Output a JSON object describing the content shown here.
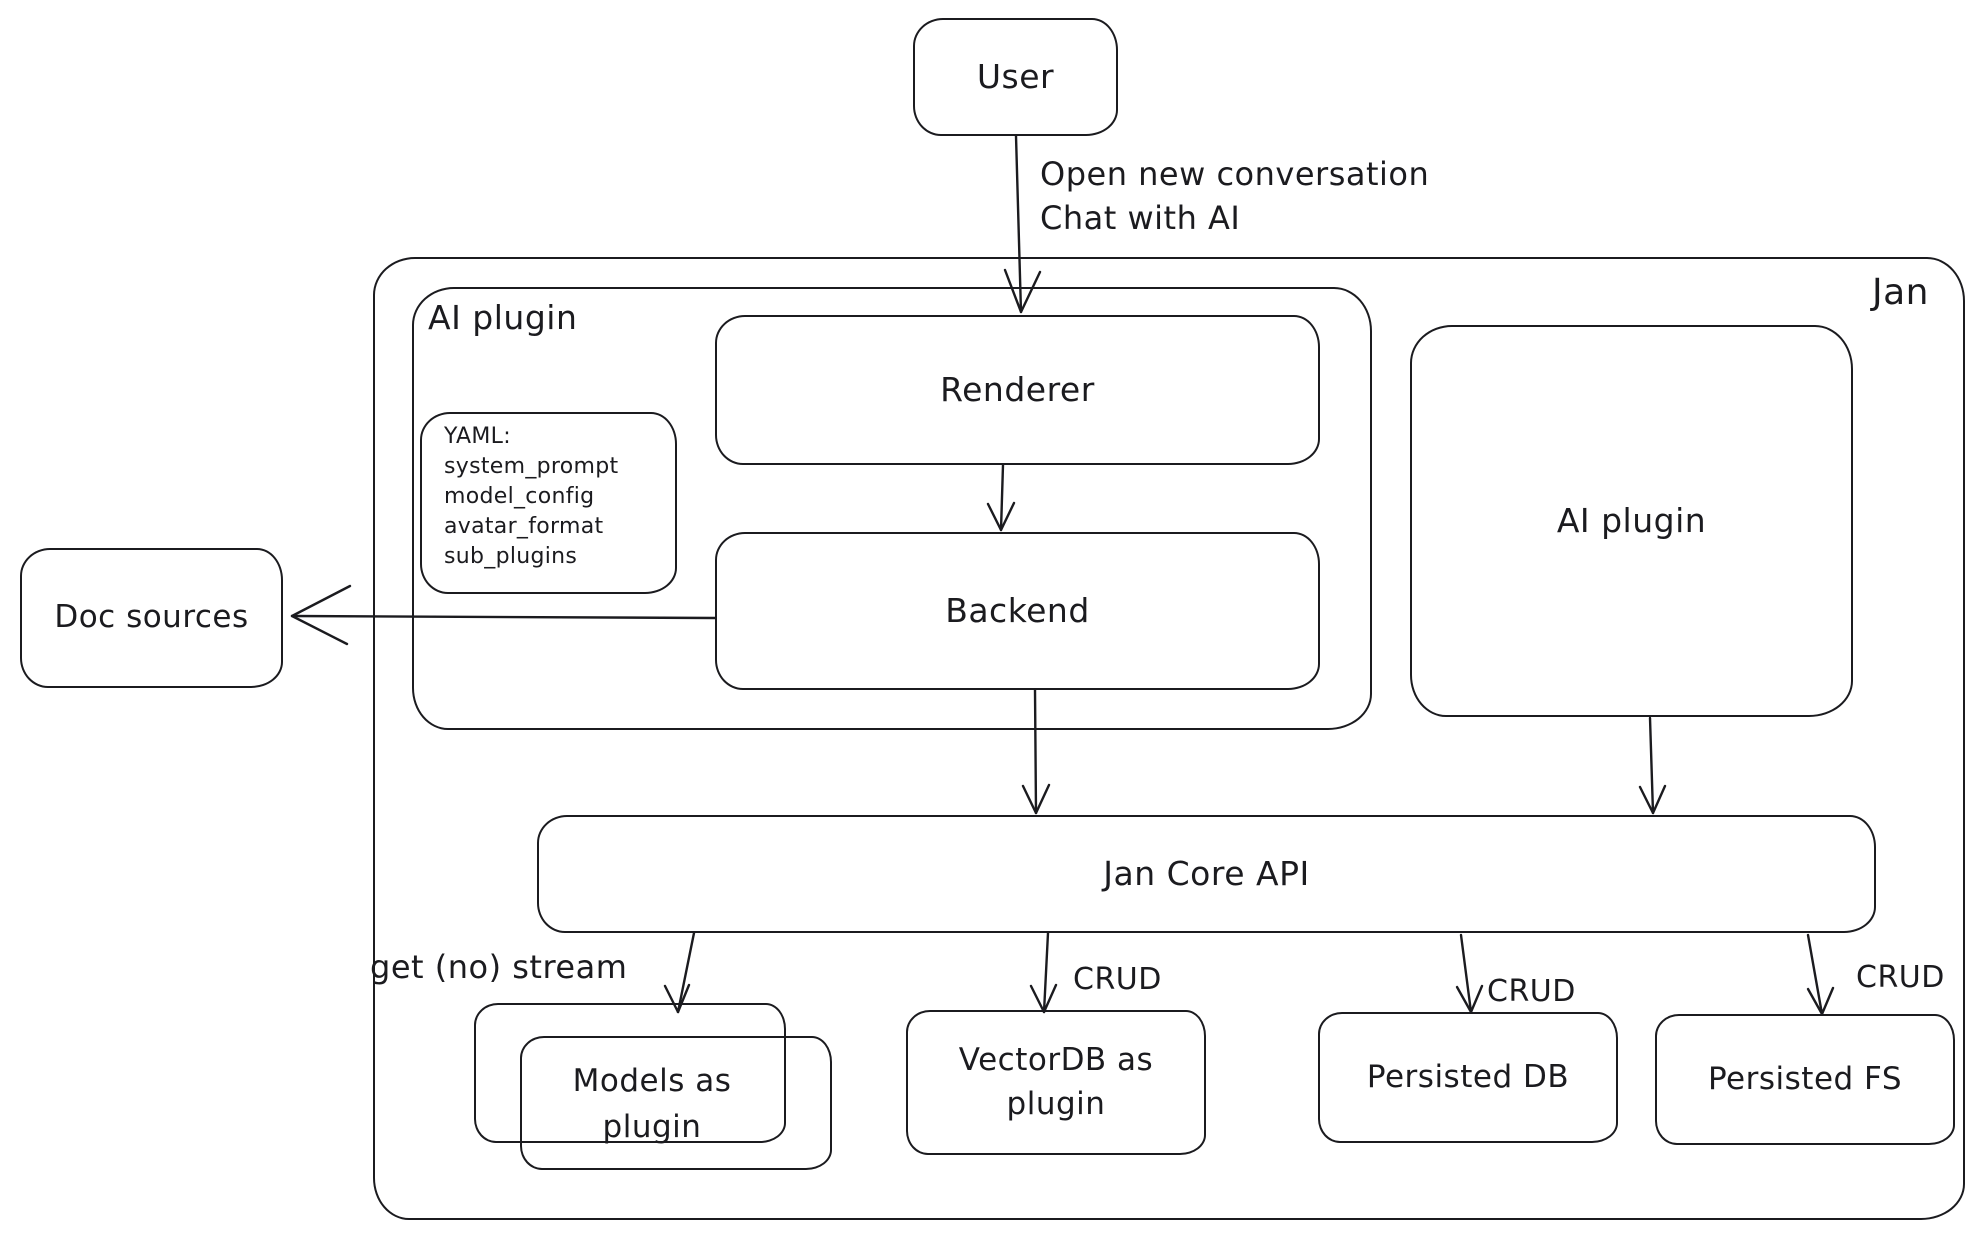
{
  "diagram": {
    "colors": {
      "stroke": "#1b1b1f",
      "background": "#ffffff"
    },
    "nodes": {
      "user": {
        "label": "User"
      },
      "jan_container": {
        "label": "Jan"
      },
      "ai_plugin_container": {
        "label": "AI plugin"
      },
      "renderer": {
        "label": "Renderer"
      },
      "backend": {
        "label": "Backend"
      },
      "yaml_note": {
        "lines": [
          "YAML:",
          "system_prompt",
          "model_config",
          "avatar_format",
          "sub_plugins"
        ]
      },
      "doc_sources": {
        "label": "Doc sources"
      },
      "ai_plugin_standalone": {
        "label": "AI plugin"
      },
      "jan_core_api": {
        "label": "Jan Core API"
      },
      "models_as_plugin": {
        "lines": [
          "Models as",
          "plugin"
        ]
      },
      "vectordb_as_plugin": {
        "lines": [
          "VectorDB as",
          "plugin"
        ]
      },
      "persisted_db": {
        "label": "Persisted DB"
      },
      "persisted_fs": {
        "label": "Persisted FS"
      }
    },
    "edge_labels": {
      "user_to_renderer": {
        "lines": [
          "Open new conversation",
          "Chat with AI"
        ]
      },
      "jan_core_to_models": {
        "label": "get (no) stream"
      },
      "jan_core_to_vectordb": {
        "label": "CRUD"
      },
      "jan_core_to_persisted_db": {
        "label": "CRUD"
      },
      "jan_core_to_persisted_fs": {
        "label": "CRUD"
      }
    },
    "connections": [
      {
        "from": "User",
        "to": "Renderer",
        "label": "Open new conversation / Chat with AI"
      },
      {
        "from": "Renderer",
        "to": "Backend",
        "label": ""
      },
      {
        "from": "Backend",
        "to": "Doc sources",
        "label": ""
      },
      {
        "from": "Backend",
        "to": "Jan Core API",
        "label": ""
      },
      {
        "from": "AI plugin",
        "to": "Jan Core API",
        "label": ""
      },
      {
        "from": "Jan Core API",
        "to": "Models as plugin",
        "label": "get (no) stream"
      },
      {
        "from": "Jan Core API",
        "to": "VectorDB as plugin",
        "label": "CRUD"
      },
      {
        "from": "Jan Core API",
        "to": "Persisted DB",
        "label": "CRUD"
      },
      {
        "from": "Jan Core API",
        "to": "Persisted FS",
        "label": "CRUD"
      }
    ]
  }
}
